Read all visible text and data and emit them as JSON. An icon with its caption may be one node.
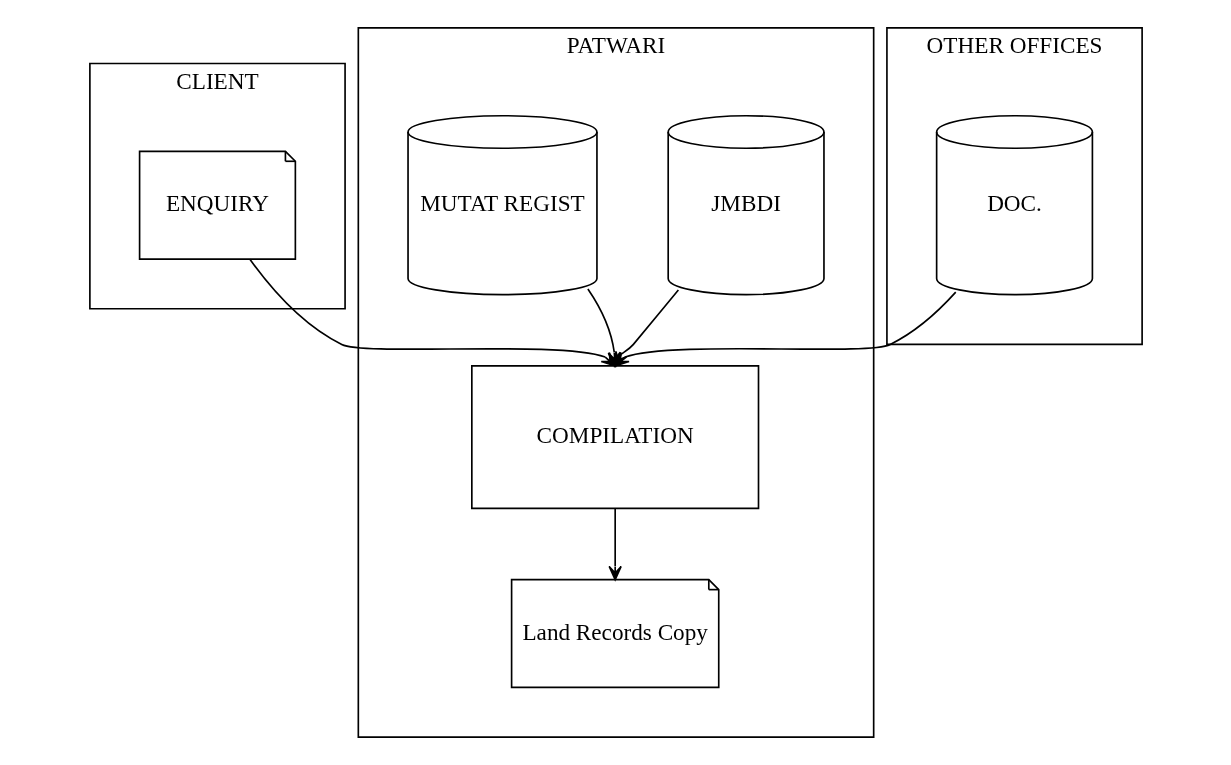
{
  "diagram": {
    "nodes": [
      {
        "text": [
          "CLIENT"
        ]
      },
      {
        "text": [
          "PATWARI"
        ]
      },
      {
        "text": [
          "OTHER OFFICES"
        ]
      },
      {
        "text": [
          "ENQUIRY"
        ],
        "in": 0
      },
      {
        "text": [
          "JMBDI"
        ],
        "in": 1
      },
      {
        "text": [
          "MUTAT REGIST"
        ],
        "in": 1
      },
      {
        "text": [
          "DOC."
        ],
        "in": 2
      },
      {
        "text": [
          "COMPILATION"
        ],
        "in": 1
      },
      {
        "text": [
          "Land Records Copy"
        ],
        "in": 1
      }
    ],
    "edges": [
      {
        "from": 3,
        "to": 7,
        "arrow": "to"
      },
      {
        "from": 4,
        "to": 7,
        "arrow": "to"
      },
      {
        "from": 5,
        "to": 7,
        "arrow": "to"
      },
      {
        "from": 6,
        "to": 7,
        "arrow": "to"
      },
      {
        "from": 7,
        "to": 8,
        "arrow": "to"
      }
    ]
  }
}
